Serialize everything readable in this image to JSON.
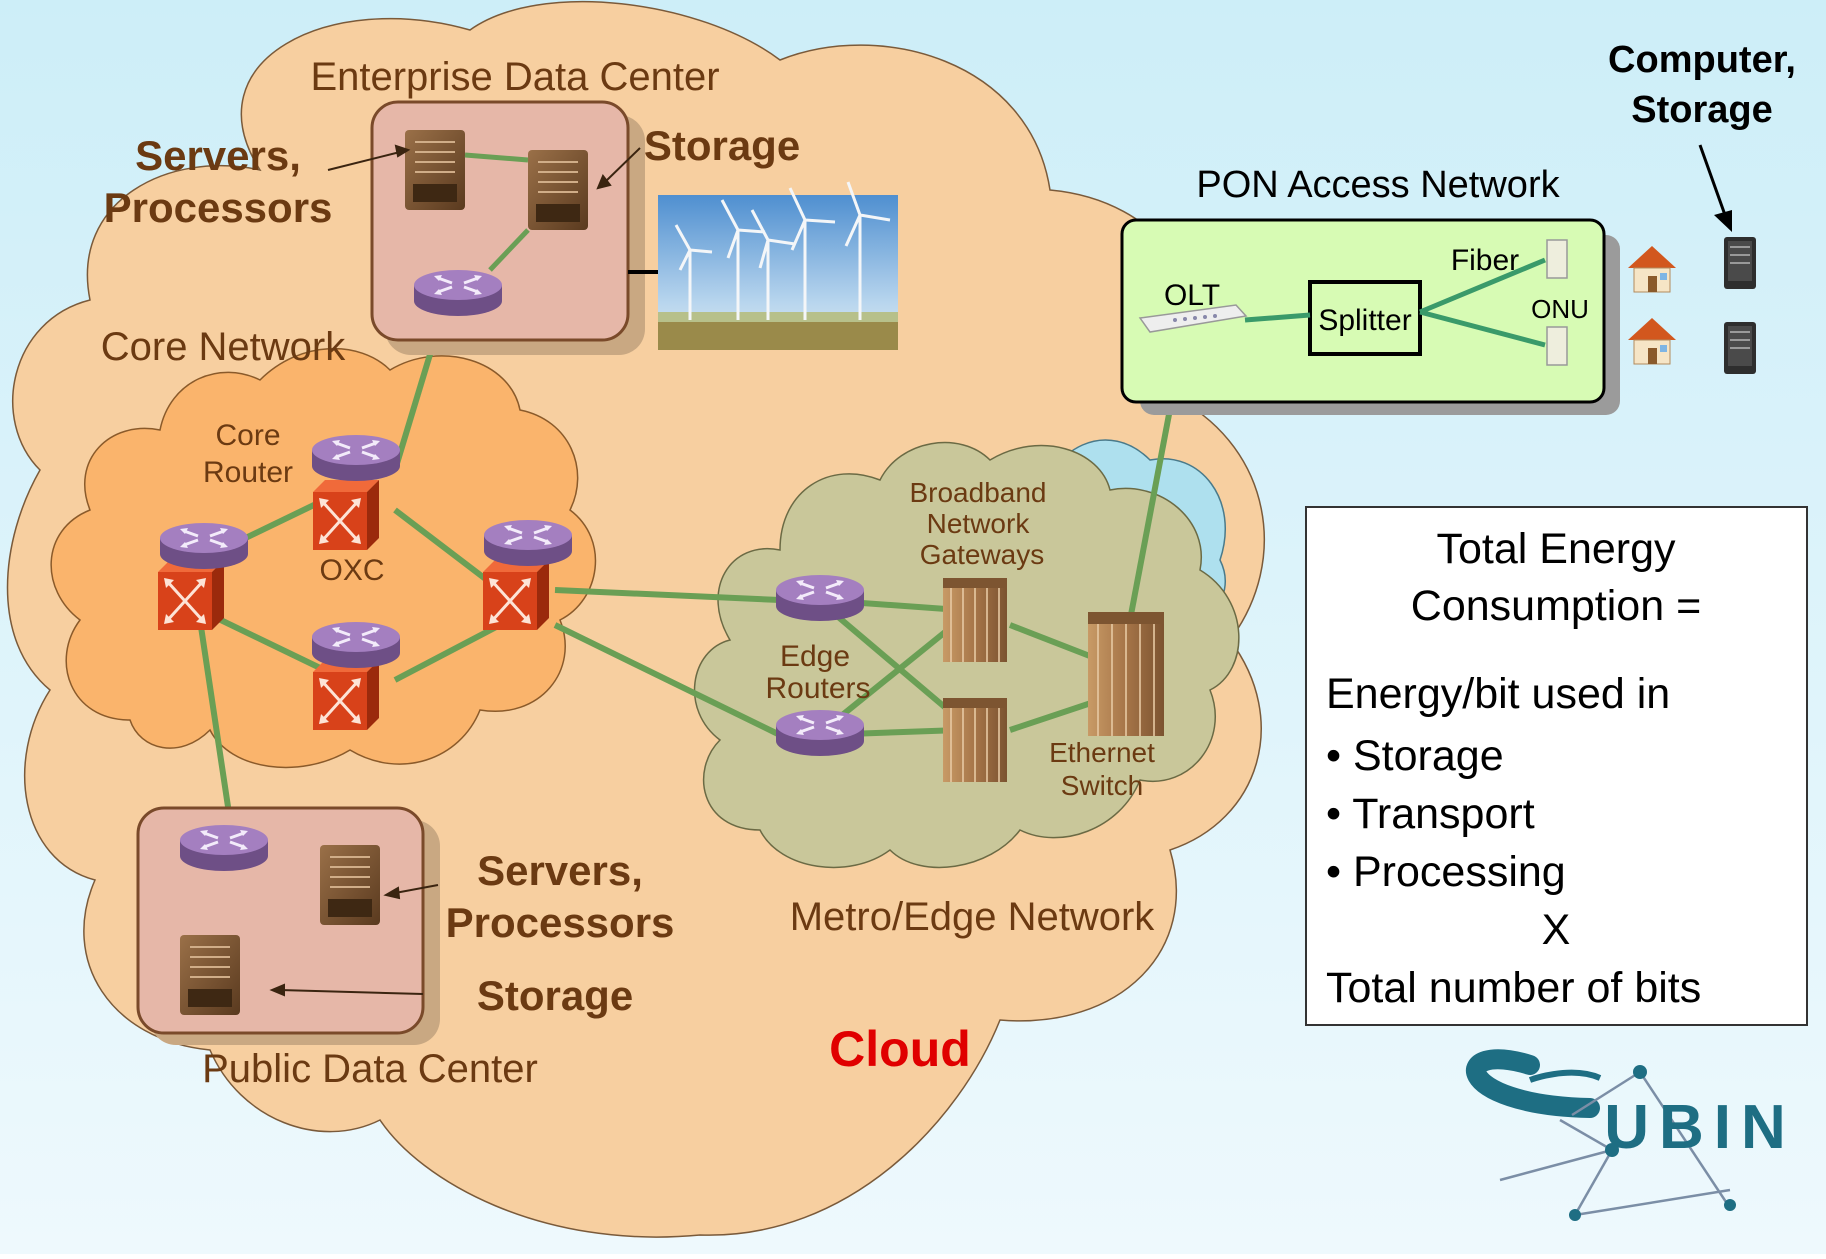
{
  "labels": {
    "enterprise_dc": "Enterprise Data Center",
    "servers_top_1": "Servers,",
    "servers_top_2": "Processors",
    "storage_top": "Storage",
    "core_network": "Core Network",
    "core_router_1": "Core",
    "core_router_2": "Router",
    "oxc": "OXC",
    "broadband_1": "Broadband",
    "broadband_2": "Network",
    "broadband_3": "Gateways",
    "edge_1": "Edge",
    "edge_2": "Routers",
    "ethernet_1": "Ethernet",
    "ethernet_2": "Switch",
    "metro": "Metro/Edge Network",
    "servers_bottom_1": "Servers,",
    "servers_bottom_2": "Processors",
    "storage_bottom": "Storage",
    "public_dc": "Public Data Center",
    "cloud": "Cloud",
    "pon": "PON Access Network",
    "olt": "OLT",
    "splitter": "Splitter",
    "fiber": "Fiber",
    "onu": "ONU",
    "computer_1": "Computer,",
    "computer_2": "Storage",
    "logo": "UBIN"
  },
  "energy_box": {
    "title_1": "Total Energy",
    "title_2": "Consumption =",
    "intro": "Energy/bit used in",
    "items": [
      "• Storage",
      "• Transport",
      "• Processing"
    ],
    "times": "X",
    "footer": "Total number of bits"
  },
  "colors": {
    "background_top": "#cdeef8",
    "background_bottom": "#eef9fd",
    "cloud": "#f7cfa0",
    "core_cloud": "#fab46c",
    "metro_cloud": "#c9c79a",
    "link": "#6a9f55",
    "router": "#8f6aa8",
    "oxc": "#d8421a",
    "pon_box": "#d7fbb4",
    "text_brown": "#6b3a12",
    "cloud_red": "#e00000",
    "logo": "#1e6e83"
  }
}
